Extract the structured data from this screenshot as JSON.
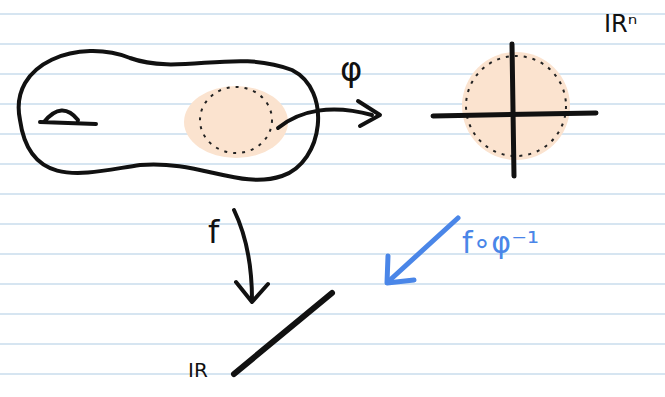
{
  "diagram": {
    "labels": [
      "φ",
      "IRⁿ",
      "f",
      "IR",
      "f∘φ⁻¹"
    ]
  }
}
